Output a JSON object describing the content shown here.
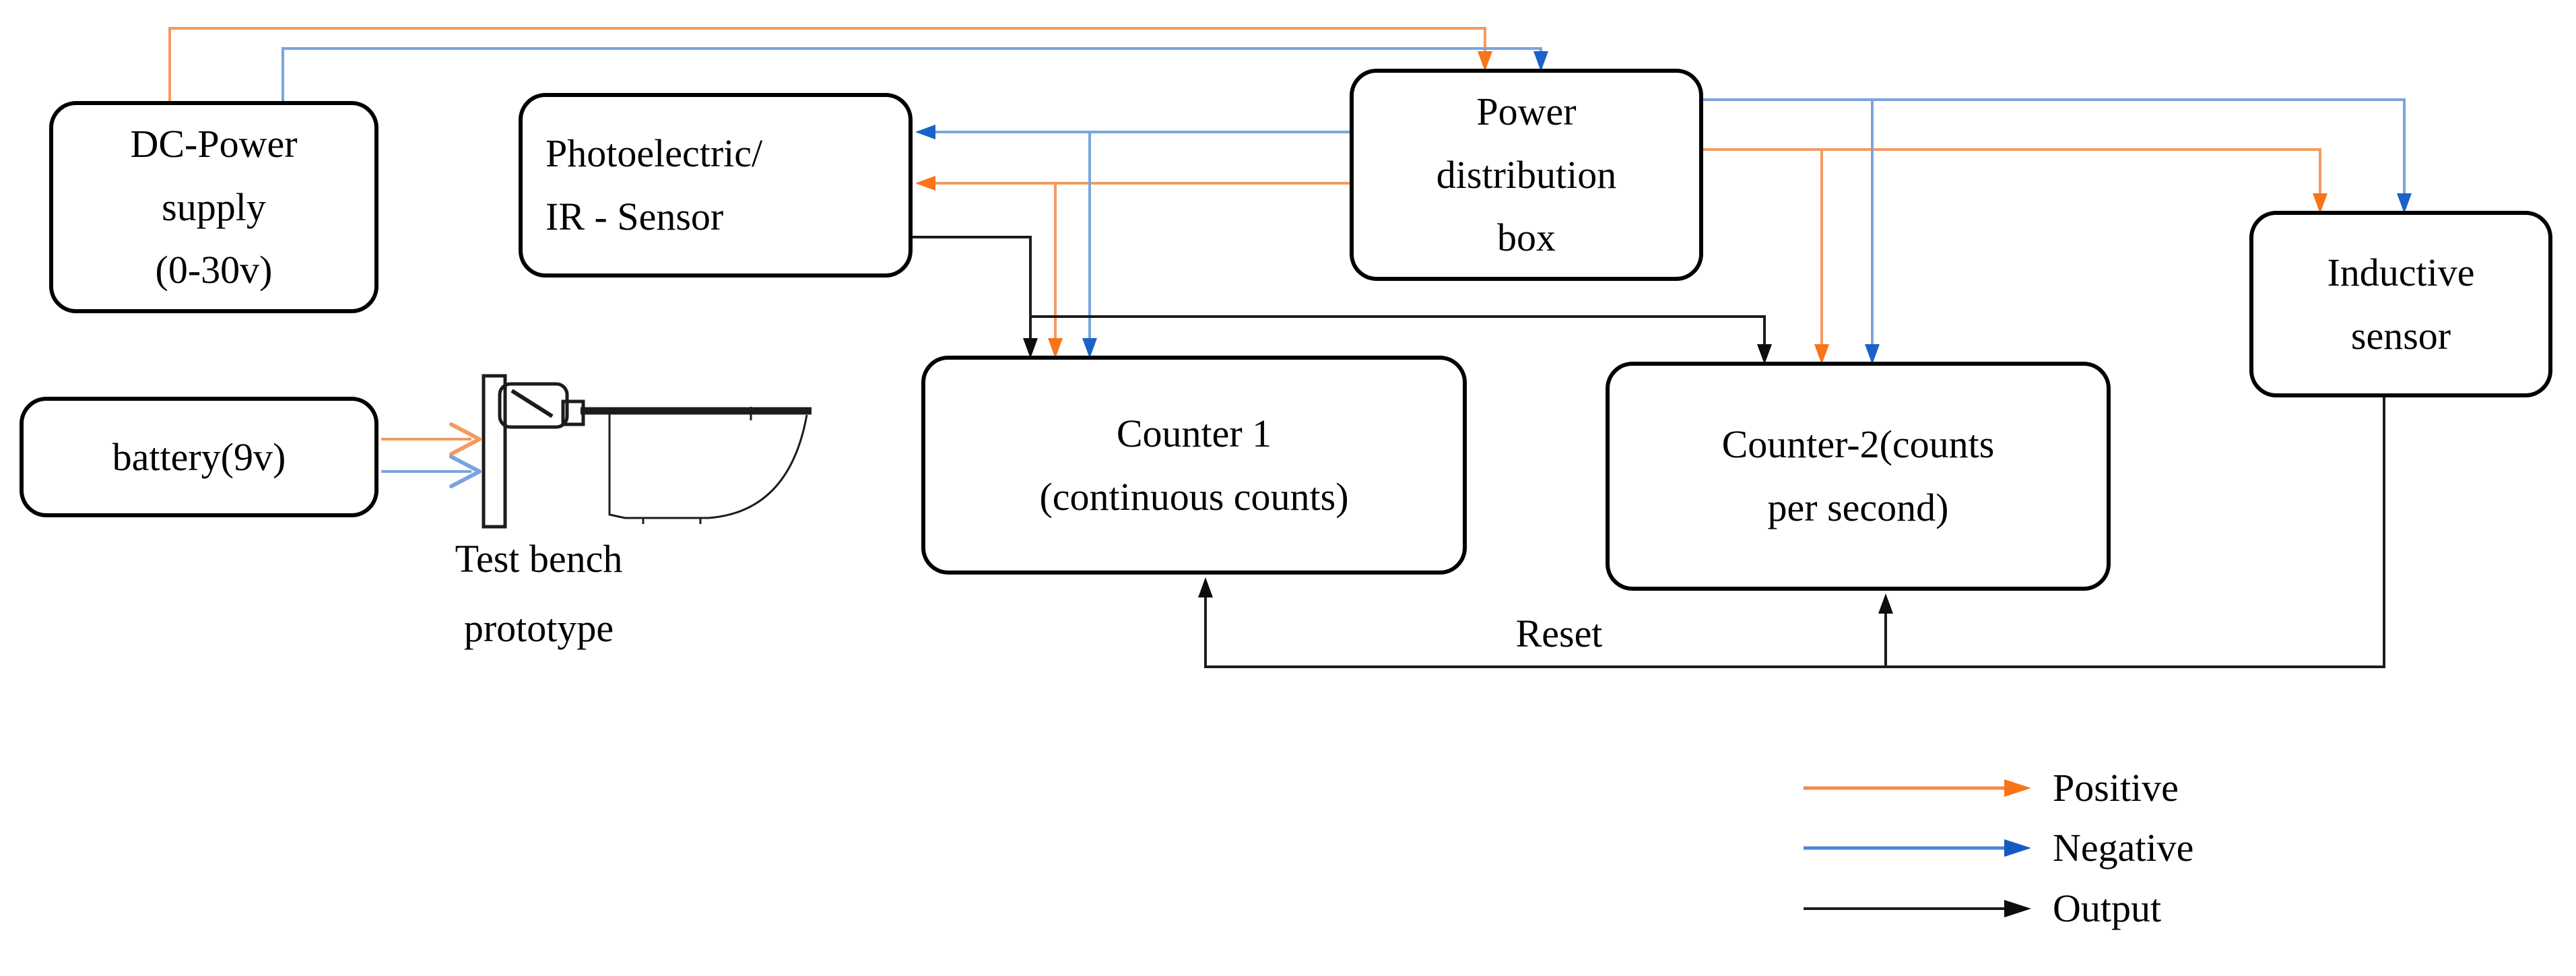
{
  "boxes": {
    "dc_power": {
      "lines": [
        "DC-Power",
        "supply",
        "(0-30v)"
      ]
    },
    "photo_sensor": {
      "lines": [
        "Photoelectric/",
        "IR - Sensor"
      ]
    },
    "power_dist": {
      "lines": [
        "Power",
        "distribution",
        "box"
      ]
    },
    "inductive": {
      "lines": [
        "Inductive",
        "sensor"
      ]
    },
    "battery": {
      "label": "battery(9v)"
    },
    "counter1": {
      "lines": [
        "Counter 1",
        "(continuous counts)"
      ]
    },
    "counter2": {
      "lines": [
        "Counter-2(counts",
        "per second)"
      ]
    }
  },
  "labels": {
    "test_bench": {
      "lines": [
        "Test bench",
        "prototype"
      ]
    },
    "reset": "Reset"
  },
  "legend": {
    "items": [
      {
        "label": "Positive",
        "line_color": "#F18A4D",
        "head_color": "#F97318"
      },
      {
        "label": "Negative",
        "line_color": "#4C86D6",
        "head_color": "#1659C2"
      },
      {
        "label": "Output",
        "line_color": "#1c1c1c",
        "head_color": "#0d0d0d"
      }
    ]
  },
  "colors": {
    "positive_wire": "#F29B62",
    "positive_head": "#F97318",
    "negative_wire": "#7AA4DE",
    "negative_head": "#1B62C8",
    "output_wire": "#1c1c1c",
    "box_border": "#000000",
    "background": "#FFFFFF"
  },
  "connections": [
    {
      "from": "DC-Power supply (0-30v)",
      "to": "Power distribution box",
      "type": "Positive"
    },
    {
      "from": "DC-Power supply (0-30v)",
      "to": "Power distribution box",
      "type": "Negative"
    },
    {
      "from": "Power distribution box",
      "to": "Photoelectric/IR - Sensor",
      "type": "Positive"
    },
    {
      "from": "Power distribution box",
      "to": "Photoelectric/IR - Sensor",
      "type": "Negative"
    },
    {
      "from": "Power distribution box",
      "to": "Counter 1 (continuous counts)",
      "type": "Positive"
    },
    {
      "from": "Power distribution box",
      "to": "Counter 1 (continuous counts)",
      "type": "Negative"
    },
    {
      "from": "Power distribution box",
      "to": "Counter-2(counts per second)",
      "type": "Positive"
    },
    {
      "from": "Power distribution box",
      "to": "Counter-2(counts per second)",
      "type": "Negative"
    },
    {
      "from": "Power distribution box",
      "to": "Inductive sensor",
      "type": "Positive"
    },
    {
      "from": "Power distribution box",
      "to": "Inductive sensor",
      "type": "Negative"
    },
    {
      "from": "Photoelectric/IR - Sensor",
      "to": "Counter 1 (continuous counts)",
      "type": "Output"
    },
    {
      "from": "Photoelectric/IR - Sensor",
      "to": "Counter-2(counts per second)",
      "type": "Output"
    },
    {
      "from": "Inductive sensor",
      "to": "Counter 1 (continuous counts)",
      "type": "Output (Reset)"
    },
    {
      "from": "Inductive sensor",
      "to": "Counter-2(counts per second)",
      "type": "Output (Reset)"
    },
    {
      "from": "battery(9v)",
      "to": "Test bench prototype",
      "type": "Positive"
    },
    {
      "from": "battery(9v)",
      "to": "Test bench prototype",
      "type": "Negative"
    }
  ]
}
